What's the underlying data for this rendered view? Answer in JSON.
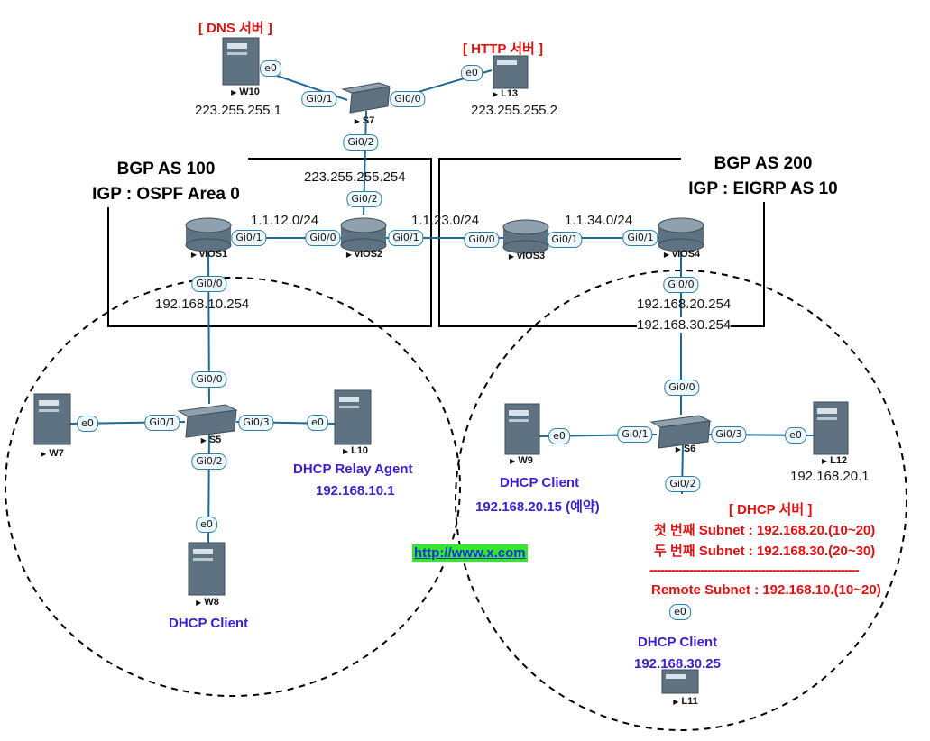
{
  "colors": {
    "link": "#1e6a93",
    "as_border": "#000000",
    "red_text": "#e01010",
    "blue_text": "#3a1fd0",
    "url_bg": "#33e82e"
  },
  "as100": {
    "line1": "BGP AS 100",
    "line2": "IGP : OSPF Area 0"
  },
  "as200": {
    "line1": "BGP AS 200",
    "line2": "IGP : EIGRP AS 10"
  },
  "devices": {
    "w10": "W10",
    "l13": "L13",
    "s7": "S7",
    "vios1": "vIOS1",
    "vios2": "vIOS2",
    "vios3": "vIOS3",
    "vios4": "vIOS4",
    "w7": "W7",
    "s5": "S5",
    "l10": "L10",
    "w8": "W8",
    "w9": "W9",
    "s6": "S6",
    "l12": "L12",
    "l11": "L11"
  },
  "interfaces": {
    "w10_e0": "e0",
    "s7_gi01": "Gi0/1",
    "s7_gi00": "Gi0/0",
    "l13_e0": "e0",
    "s7_gi02": "Gi0/2",
    "vios2_gi02": "Gi0/2",
    "vios1_gi01": "Gi0/1",
    "vios2_gi00": "Gi0/0",
    "vios2_gi01": "Gi0/1",
    "vios3_gi00": "Gi0/0",
    "vios3_gi01": "Gi0/1",
    "vios4_gi01": "Gi0/1",
    "vios1_gi00": "Gi0/0",
    "vios4_gi00": "Gi0/0",
    "s5_gi00": "Gi0/0",
    "w7_e0": "e0",
    "s5_gi01": "Gi0/1",
    "s5_gi03": "Gi0/3",
    "l10_e0": "e0",
    "s5_gi02": "Gi0/2",
    "w8_e0": "e0",
    "s6_gi00": "Gi0/0",
    "w9_e0": "e0",
    "s6_gi01": "Gi0/1",
    "s6_gi03": "Gi0/3",
    "l12_e0": "e0",
    "s6_gi02": "Gi0/2",
    "l11_e0": "e0"
  },
  "addresses": {
    "w10": "223.255.255.1",
    "l13": "223.255.255.2",
    "s7_uplink": "223.255.255.254",
    "net_12": "1.1.12.0/24",
    "net_23": "1.1.23.0/24",
    "net_34": "1.1.34.0/24",
    "vios1_lan": "192.168.10.254",
    "vios4_lan1": "192.168.20.254",
    "vios4_lan2": "192.168.30.254",
    "l12": "192.168.20.1"
  },
  "roles": {
    "dns_server": "[ DNS 서버 ]",
    "http_server": "[ HTTP 서버 ]",
    "relay_agent": "DHCP Relay Agent",
    "relay_ip": "192.168.10.1",
    "w8_role": "DHCP Client",
    "w9_role": "DHCP Client",
    "w9_ip": "192.168.20.15 (예약)",
    "l11_role": "DHCP Client",
    "l11_ip": "192.168.30.25",
    "dhcp_server": "[ DHCP 서버 ]",
    "subnet1": "첫 번째 Subnet : 192.168.20.(10~20)",
    "subnet2": "두 번째 Subnet : 192.168.30.(20~30)",
    "separator": "----------------------------------------------------------",
    "remote_subnet": "Remote Subnet : 192.168.10.(10~20)"
  },
  "url": "http://www.x.com"
}
